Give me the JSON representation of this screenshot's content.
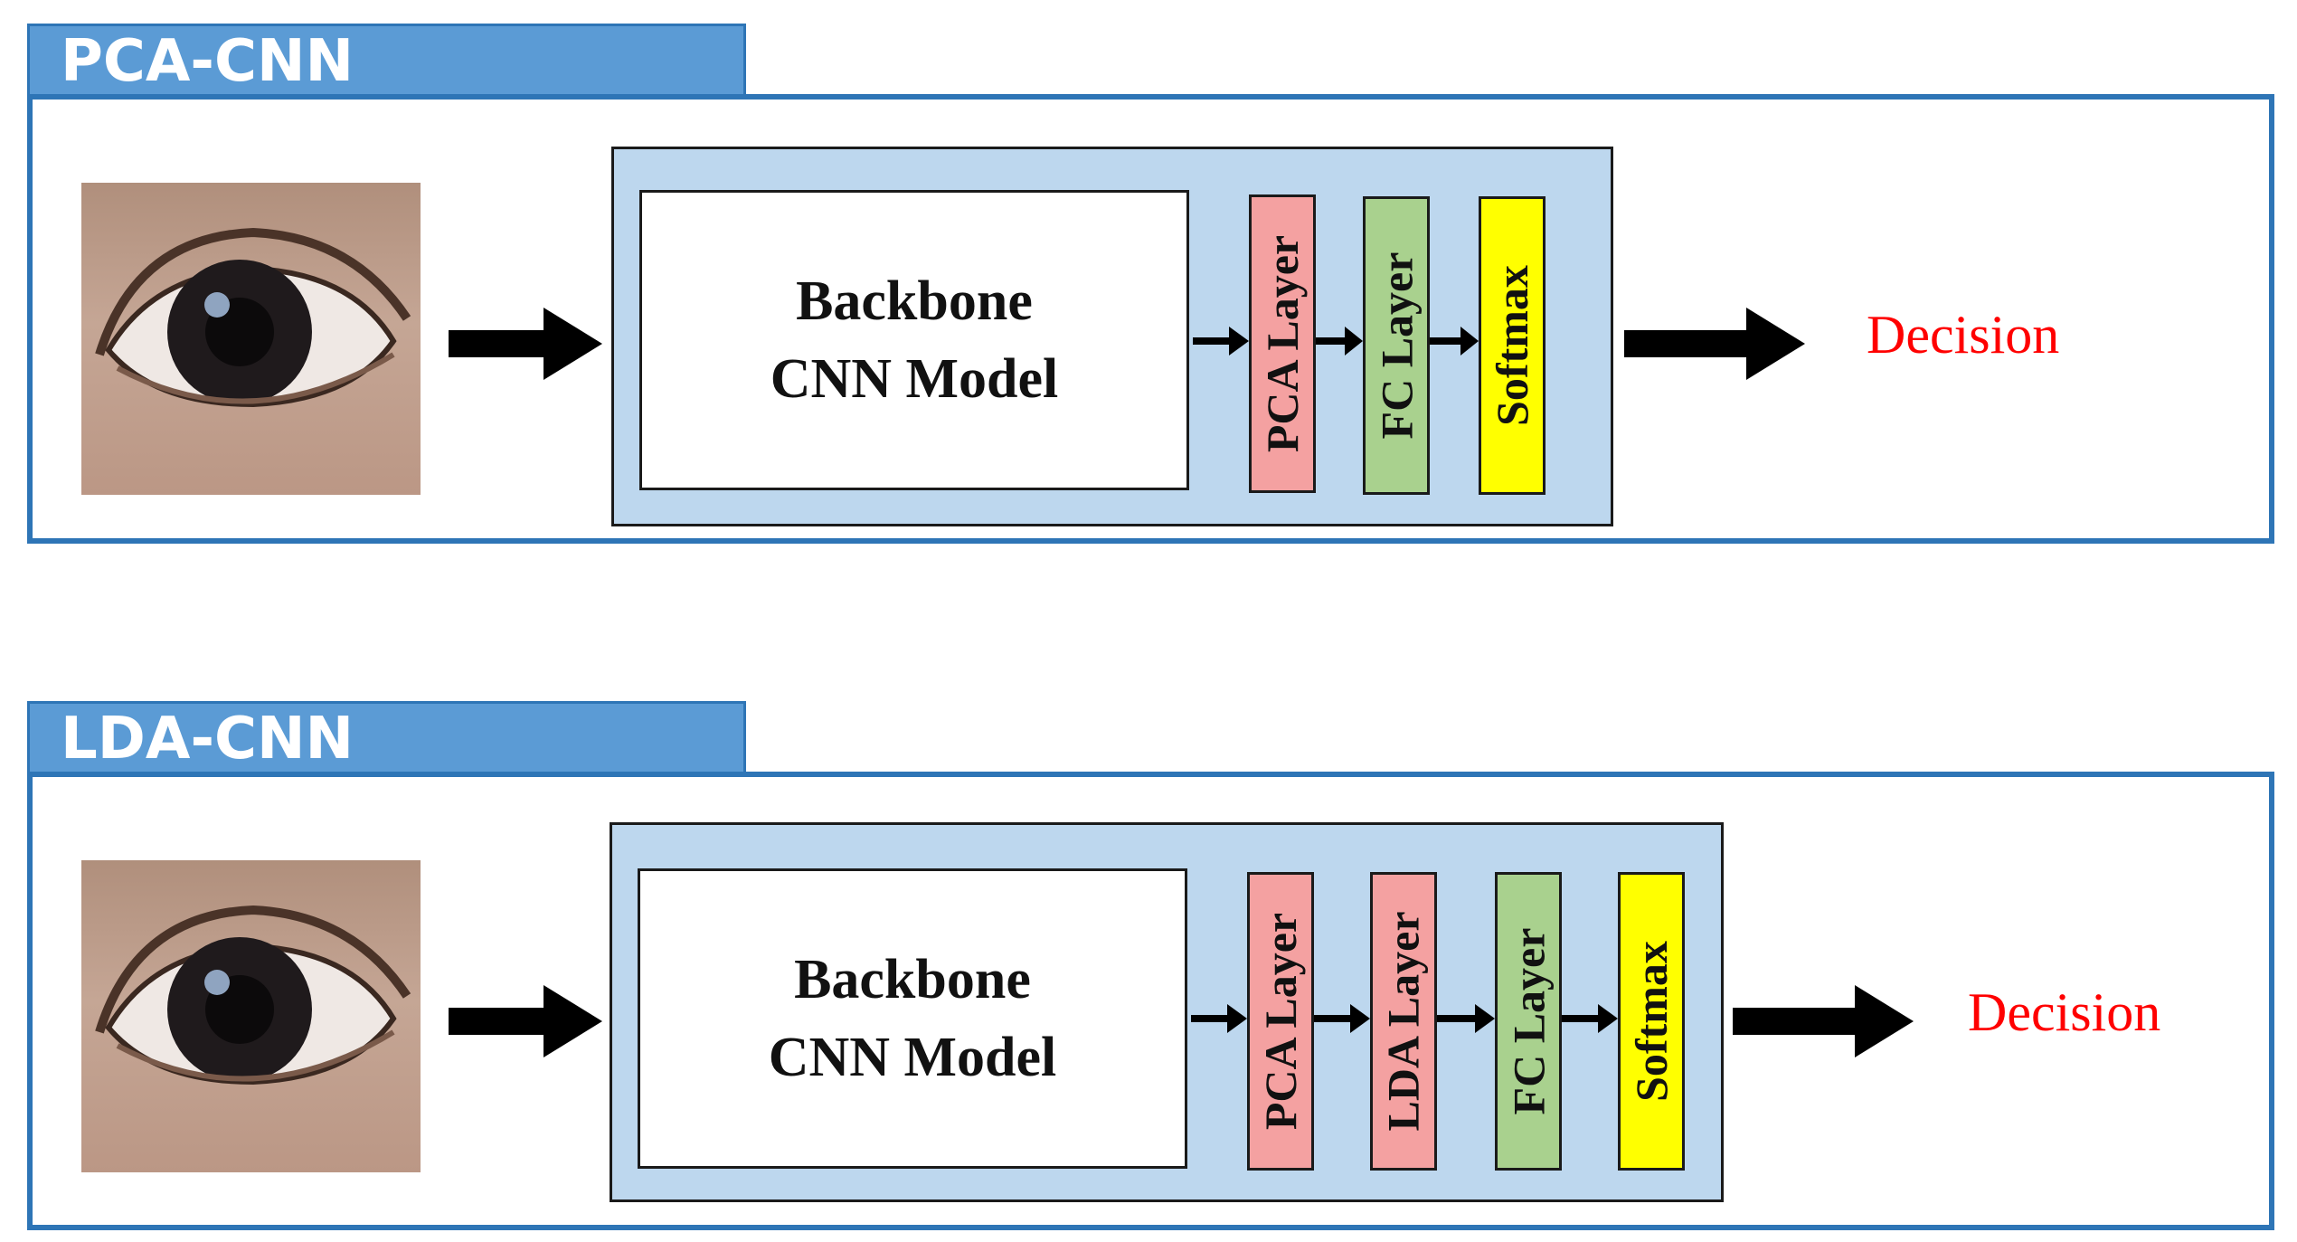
{
  "panels": [
    {
      "title": "PCA-CNN",
      "backbone": [
        "Backbone",
        "CNN Model"
      ],
      "layers": [
        {
          "label": "PCA Layer",
          "color": "#f4a1a1"
        },
        {
          "label": "FC Layer",
          "color": "#a9d18e"
        },
        {
          "label": "Softmax",
          "color": "#ffff00"
        }
      ],
      "output": "Decision"
    },
    {
      "title": "LDA-CNN",
      "backbone": [
        "Backbone",
        "CNN Model"
      ],
      "layers": [
        {
          "label": "PCA Layer",
          "color": "#f4a1a1"
        },
        {
          "label": "LDA Layer",
          "color": "#f4a1a1"
        },
        {
          "label": "FC Layer",
          "color": "#a9d18e"
        },
        {
          "label": "Softmax",
          "color": "#ffff00"
        }
      ],
      "output": "Decision"
    }
  ],
  "colors": {
    "accent": "#5b9bd5",
    "frame": "#2e75b6",
    "block": "#bdd7ee",
    "decision": "#ff0000"
  }
}
